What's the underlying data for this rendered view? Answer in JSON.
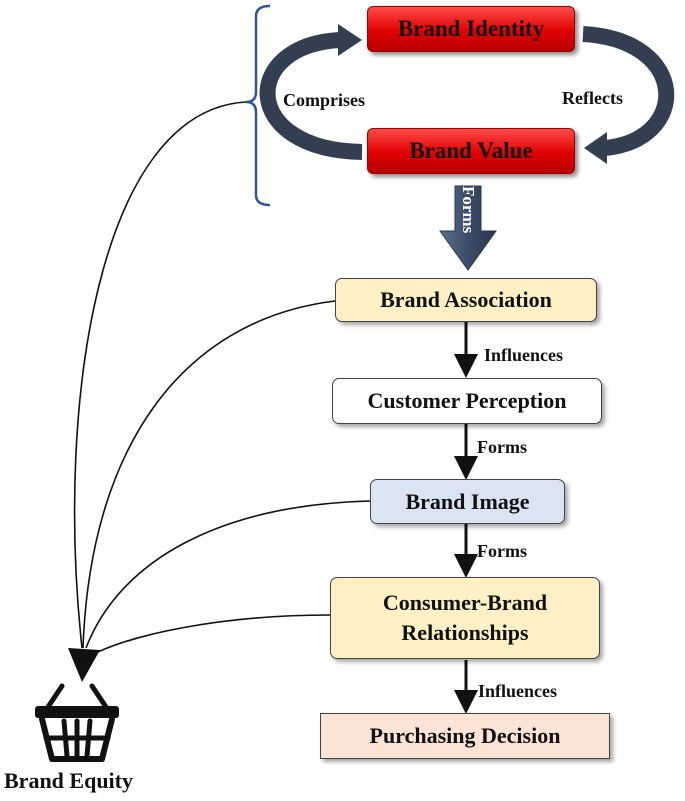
{
  "nodes": {
    "brand_identity": "Brand Identity",
    "brand_value": "Brand Value",
    "brand_association": "Brand  Association",
    "customer_perception": "Customer Perception",
    "brand_image": "Brand Image",
    "consumer_brand_relationships": "Consumer-Brand Relationships",
    "purchasing_decision": "Purchasing Decision",
    "brand_equity": "Brand Equity"
  },
  "edge_labels": {
    "comprises": "Comprises",
    "reflects": "Reflects",
    "forms_big_arrow": "Forms",
    "influences_1": "Influences",
    "forms_1": "Forms",
    "forms_2": "Forms",
    "influences_2": "Influences"
  },
  "colors": {
    "red_box": "#e00000",
    "association_fill": "#fdf0c4",
    "perception_fill": "#ffffff",
    "image_fill": "#dbe4f3",
    "relationships_fill": "#fdf0c4",
    "decision_fill": "#fbe3d6",
    "bracket": "#2f5597",
    "cycle_arrow": "#333f50",
    "forms_arrow": "#44546a"
  },
  "icons": {
    "basket": "shopping-basket-icon"
  }
}
